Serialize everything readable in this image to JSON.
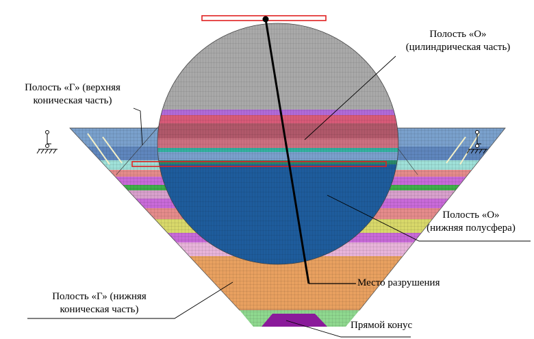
{
  "labels": {
    "cavity_o_cyl": {
      "line1": "Полость «О»",
      "line2": "(цилиндрическая часть)"
    },
    "cavity_g_upper": {
      "line1": "Полость «Г» (верхняя",
      "line2": "коническая часть)"
    },
    "cavity_o_hemi": {
      "line1": "Полость «О»",
      "line2": "(нижняя полусфера)"
    },
    "failure": "Место разрушения",
    "cavity_g_lower": {
      "line1": "Полость «Г» (нижняя",
      "line2": "коническая часть)"
    },
    "straight_cone": "Прямой конус"
  },
  "colors": {
    "sphere_upper": "#a9a9a9",
    "sphere_lower": "#1e5c9c",
    "cone_bands": [
      "#7aa0cc",
      "#e48b8b",
      "#9ee0d8",
      "#c86ad8",
      "#d87ab6",
      "#d8d86a",
      "#d6a0c8",
      "#e8a060"
    ],
    "apex_green": "#8fd88f",
    "apex_purple": "#8a1a9a",
    "highlight_red": "#e02020"
  },
  "icons": [
    "support-left-icon",
    "support-right-icon"
  ]
}
